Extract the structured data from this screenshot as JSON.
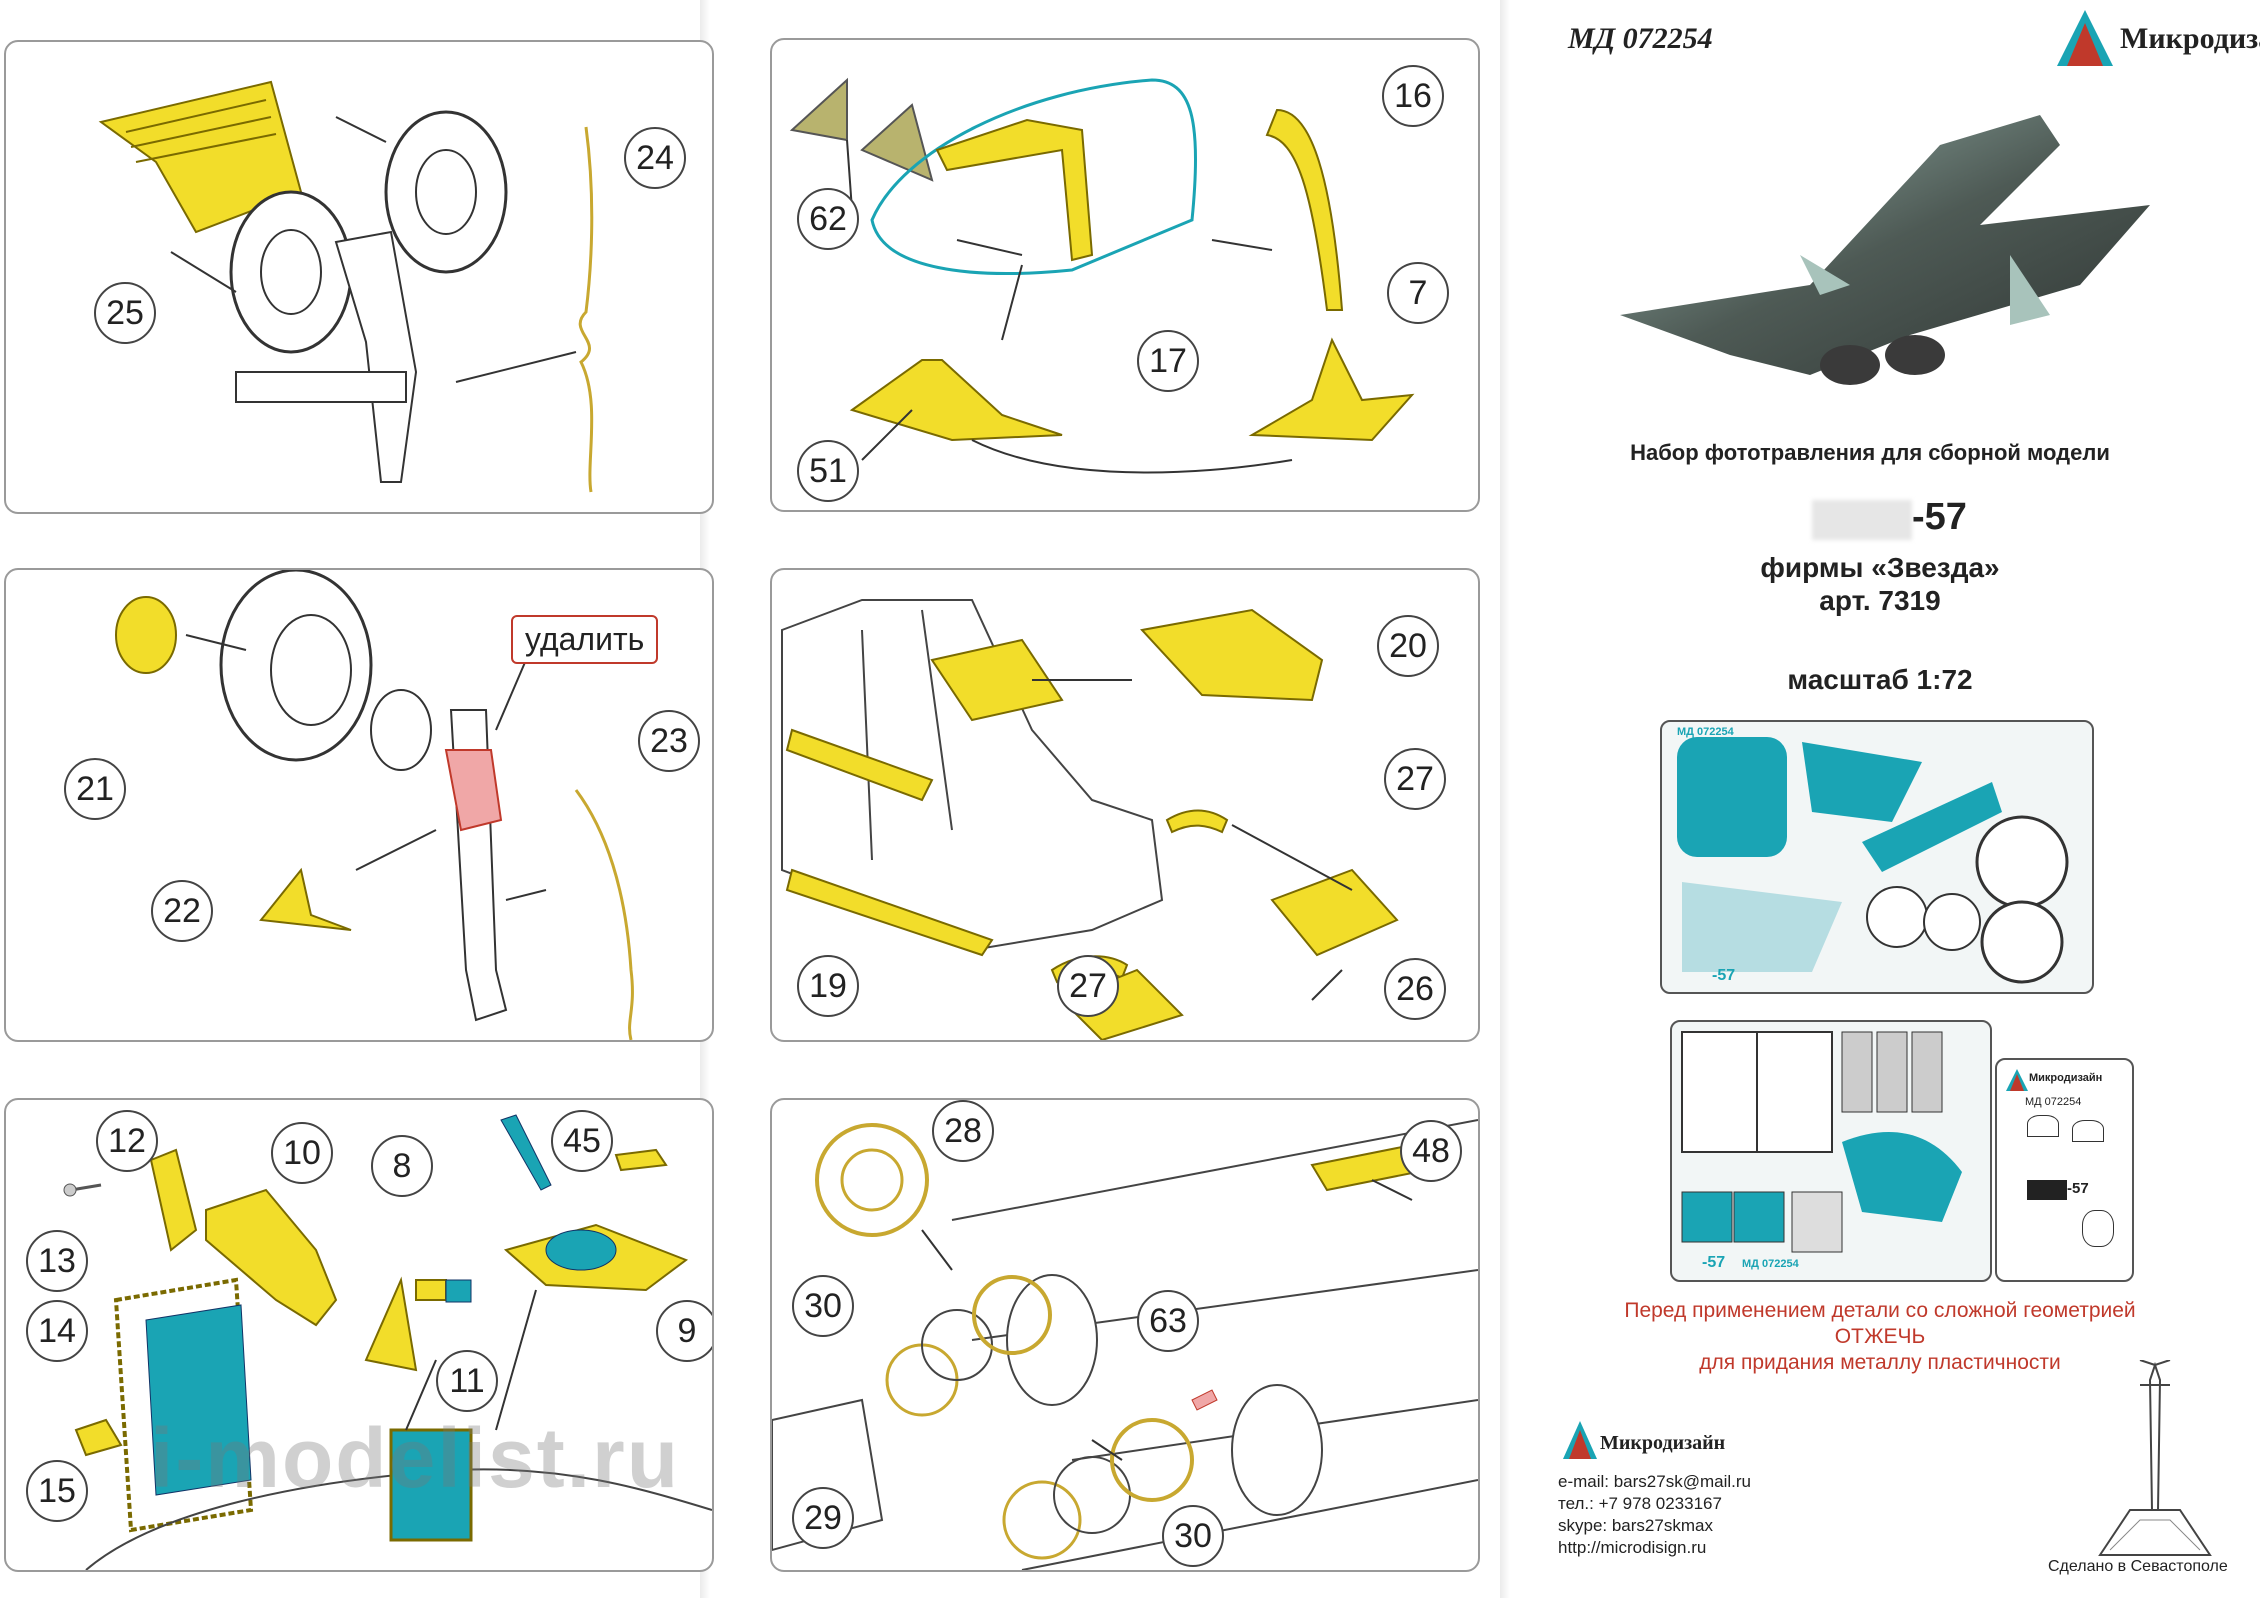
{
  "header": {
    "code": "МД 072254",
    "brand": "Микродизайн"
  },
  "product": {
    "subtitle": "Набор фототравления для сборной модели",
    "model": "-57",
    "maker": "фирмы «Звезда»",
    "article": "арт. 7319",
    "scale": "масштаб 1:72"
  },
  "fret1": {
    "code": "МД 072254",
    "model": "-57"
  },
  "fret2": {
    "code": "МД 072254",
    "model": "-57",
    "sub_brand": "Микродизайн",
    "sub_code": "МД 072254",
    "sub_model": "-57"
  },
  "warning": {
    "line1": "Перед применением детали со сложной геометрией",
    "line2": "ОТЖЕЧЬ",
    "line3": "для придания металлу пластичности"
  },
  "contacts": {
    "brand": "Микродизайн",
    "email": "e-mail: bars27sk@mail.ru",
    "phone": "тел.: +7 978 0233167",
    "skype": "skype: bars27skmax",
    "site": "http://microdisign.ru"
  },
  "footer": {
    "made_in": "Сделано в Севастополе"
  },
  "watermark": "i-modelist.ru",
  "panels": {
    "p1": {
      "callouts": [
        "25",
        "24"
      ]
    },
    "p2": {
      "callouts": [
        "62",
        "16",
        "17",
        "7",
        "51"
      ]
    },
    "p3": {
      "callouts": [
        "21",
        "22",
        "23"
      ],
      "remove_label": "удалить"
    },
    "p4": {
      "callouts": [
        "20",
        "27",
        "19",
        "27",
        "26"
      ]
    },
    "p5": {
      "callouts": [
        "12",
        "10",
        "8",
        "45",
        "13",
        "14",
        "11",
        "9",
        "15"
      ]
    },
    "p6": {
      "callouts": [
        "28",
        "48",
        "30",
        "63",
        "29",
        "30"
      ]
    }
  },
  "colors": {
    "part_yellow": "#f2dd2a",
    "part_teal": "#1aa4b4",
    "callout_border": "#444444",
    "warning_red": "#c0392b"
  }
}
